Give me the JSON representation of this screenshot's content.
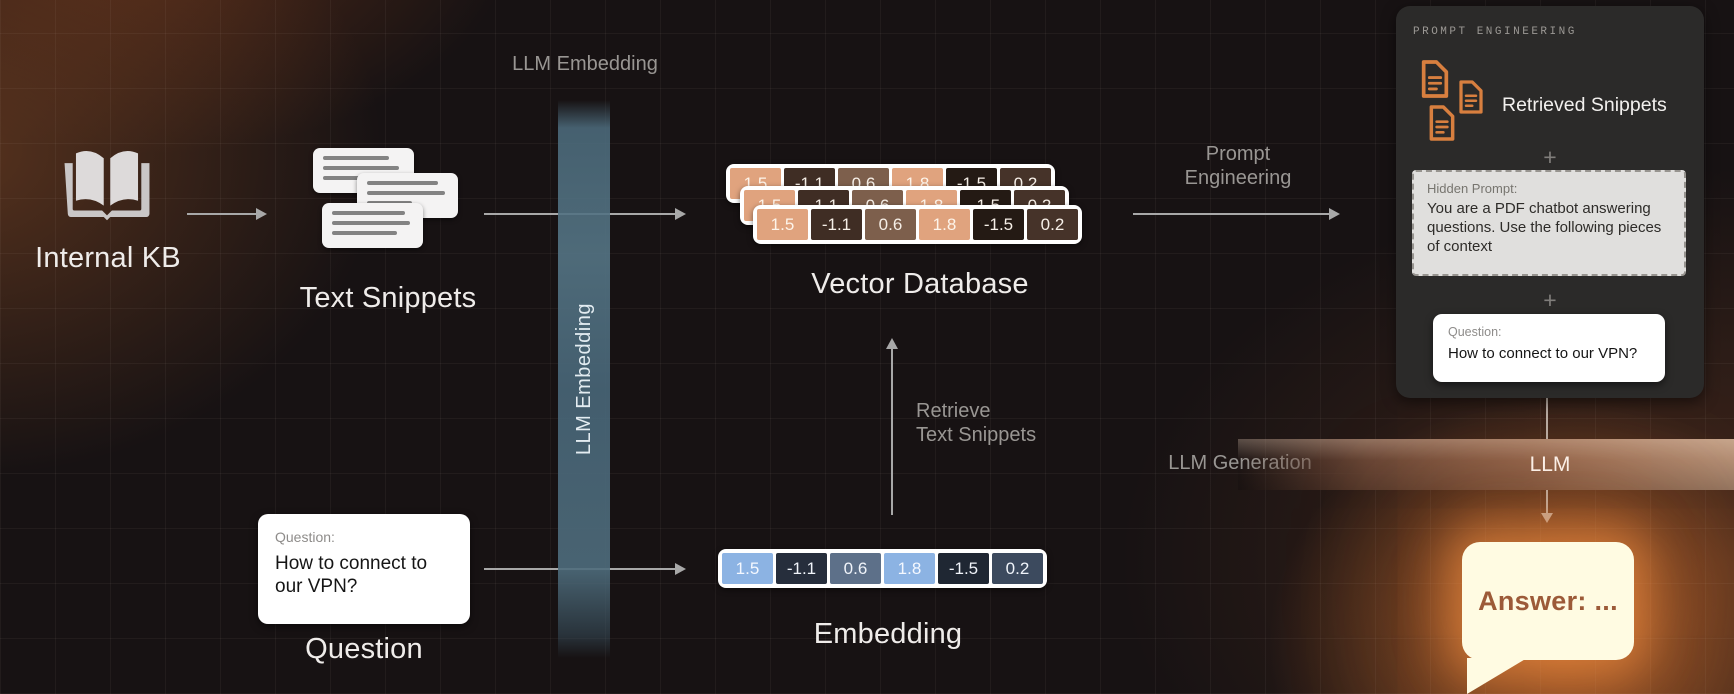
{
  "nodes": {
    "internal_kb": {
      "label": "Internal KB"
    },
    "text_snippets": {
      "label": "Text Snippets"
    },
    "llm_embedding": {
      "top_label": "LLM Embedding",
      "bar_text": "LLM Embedding"
    },
    "vector_database": {
      "label": "Vector Database",
      "values": [
        "1.5",
        "-1.1",
        "0.6",
        "1.8",
        "-1.5",
        "0.2"
      ],
      "row_count": 3,
      "cell_colors": [
        "#e0a37e",
        "#3f2d24",
        "#7d5f4c",
        "#e0a37e",
        "#241a14",
        "#463329"
      ]
    },
    "question": {
      "label": "Question",
      "field_label": "Question:",
      "text": "How to connect to our VPN?"
    },
    "embedding": {
      "label": "Embedding",
      "values": [
        "1.5",
        "-1.1",
        "0.6",
        "1.8",
        "-1.5",
        "0.2"
      ],
      "cell_colors": [
        "#8cb3e3",
        "#262e3c",
        "#5d7089",
        "#8cb3e3",
        "#1f2733",
        "#3c4a5e"
      ]
    },
    "llm": {
      "label": "LLM"
    },
    "answer": {
      "label": "Answer: ..."
    }
  },
  "edges": {
    "prompt_engineering": {
      "line1": "Prompt",
      "line2": "Engineering"
    },
    "retrieve": {
      "line1": "Retrieve",
      "line2": "Text Snippets"
    },
    "llm_generation": {
      "label": "LLM Generation"
    }
  },
  "panel": {
    "title": "PROMPT ENGINEERING",
    "retrieved_snippets": "Retrieved Snippets",
    "plus": "+",
    "hidden_prompt": {
      "label": "Hidden Prompt:",
      "text": "You are a PDF chatbot answering questions. Use the following pieces of context"
    },
    "question": {
      "label": "Question:",
      "text": "How to connect to our VPN?"
    }
  },
  "colors": {
    "background": "#171213",
    "panel_bg": "#2b2a29",
    "doc_icon_orange": "#d87f3f",
    "embedding_bar_teal": "#4d6b7d",
    "llm_bar_brown": "#8a614b",
    "bubble_bg": "#fffbe2",
    "bubble_glow": "#e8813a",
    "answer_text": "#9c5a38"
  }
}
